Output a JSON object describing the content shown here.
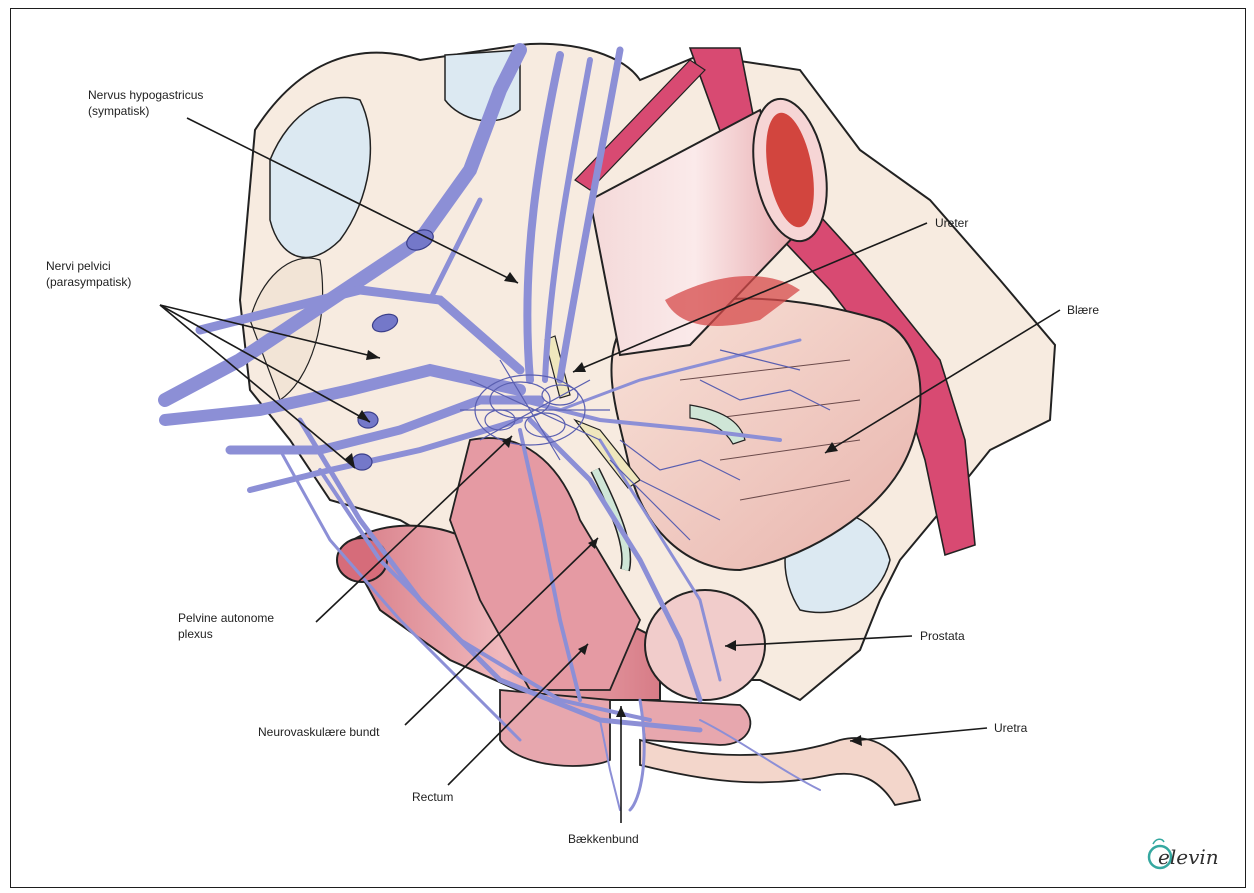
{
  "labels": {
    "nervus_hypogastricus": [
      "Nervus hypogastricus",
      "(sympatisk)"
    ],
    "nervi_pelvici": [
      "Nervi pelvici",
      "(parasympatisk)"
    ],
    "ureter": "Ureter",
    "blaere": "Blære",
    "pelvine_plexus": [
      "Pelvine autonome",
      "plexus"
    ],
    "prostata": "Prostata",
    "neurovaskulaere": "Neurovaskulære bundt",
    "uretra": "Uretra",
    "rectum": "Rectum",
    "baekkenbund": "Bækkenbund"
  },
  "logo_text": "elevin",
  "colors": {
    "nerve": "#8c8fd6",
    "nerve_dark": "#5a5fb0",
    "bone": "#f6e6d8",
    "rectum": "#e49aa0",
    "bladder": "#f2d3c8",
    "artery": "#d84a72",
    "ureter": "#e8e0b2"
  }
}
